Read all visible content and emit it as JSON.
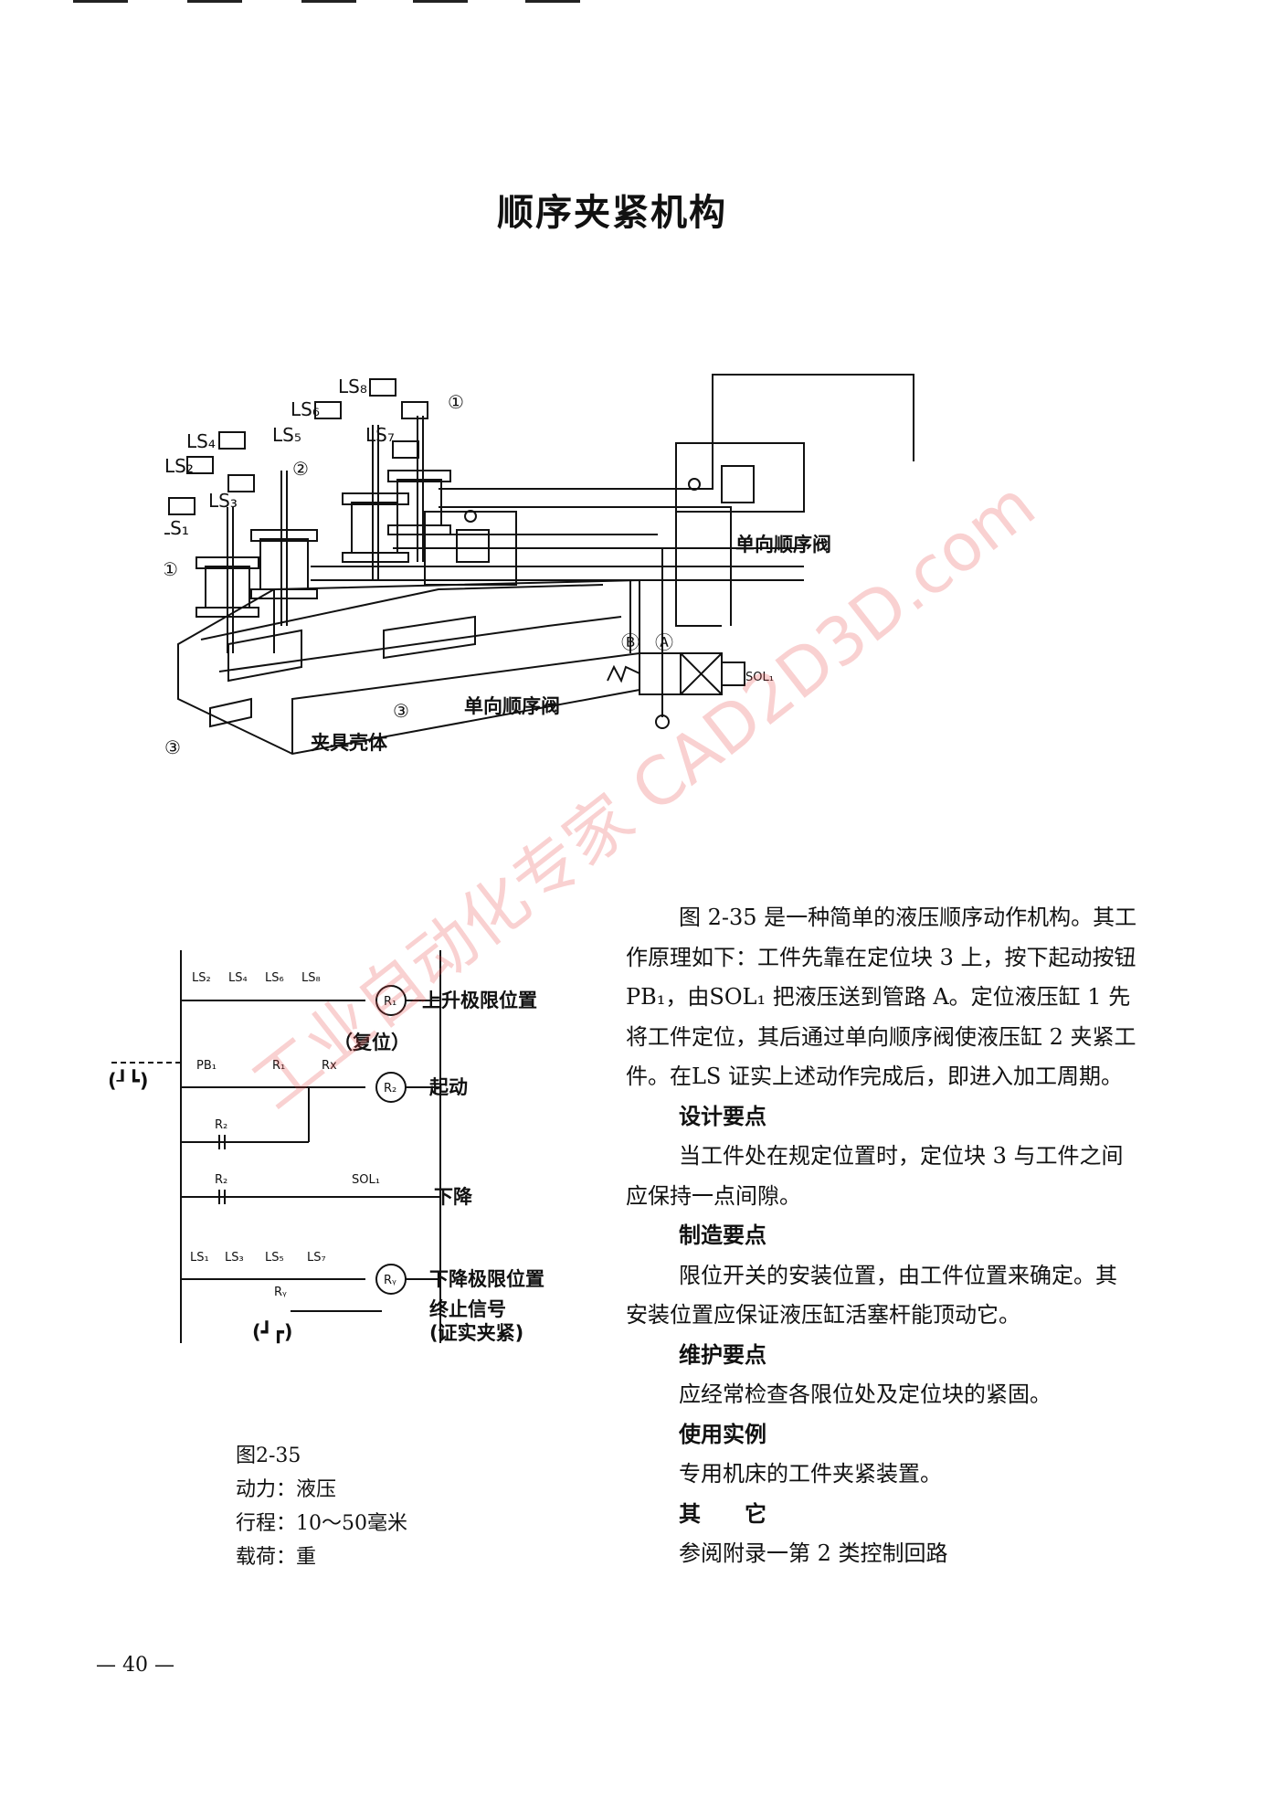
{
  "title": "顺序夹紧机构",
  "mechanism_labels": {
    "ls1": "LS₁",
    "ls2": "LS₂",
    "ls3": "LS₃",
    "ls4": "LS₄",
    "ls5": "LS₅",
    "ls6": "LS₆",
    "ls7": "LS₇",
    "ls8": "LS₈",
    "mark1": "①",
    "mark2": "②",
    "mark3": "③",
    "check_valve_right": "单向顺序阀",
    "check_valve_left": "单向顺序阀",
    "fixture_body": "夹具壳体",
    "port_a": "Ⓐ",
    "port_b": "Ⓑ",
    "sol1": "SOL₁"
  },
  "ladder": {
    "row1_contacts": [
      "LS₂",
      "LS₄",
      "LS₆",
      "LS₈"
    ],
    "row1_coil": "R₁",
    "row1_label": "上升极限位置",
    "reset_label": "（复位）",
    "pb1": "PB₁",
    "r1_contact": "R₁",
    "rx_contact": "Rx",
    "row2_coil": "R₂",
    "row2_label": "起动",
    "hold_contact": "R₂",
    "pulse_left": "(┚┗)",
    "row4_contact": "R₂",
    "sol1": "SOL₁",
    "row4_label": "下降",
    "row5_contacts": [
      "LS₁",
      "LS₃",
      "LS₅",
      "LS₇"
    ],
    "row5_coil": "Rᵧ",
    "row5_label": "下降极限位置",
    "ry_contact": "Rᵧ",
    "pulse_bottom": "(┛┏)",
    "end_signal_1": "终止信号",
    "end_signal_2": "(证实夹紧)"
  },
  "specs": {
    "figure": "图2-35",
    "power": "动力：液压",
    "stroke": "行程：10～50毫米",
    "load": "载荷：重"
  },
  "body": {
    "p1": "图 2-35 是一种简单的液压顺序动作机构。其工作原理如下：工件先靠在定位块 3 上，按下起动按钮 PB₁，由SOL₁ 把液压送到管路 A。定位液压缸 1 先将工件定位，其后通过单向顺序阀使液压缸 2 夹紧工件。在LS 证实上述动作完成后，即进入加工周期。",
    "h_design": "设计要点",
    "p_design": "当工件处在规定位置时，定位块 3 与工件之间应保持一点间隙。",
    "h_make": "制造要点",
    "p_make": "限位开关的安装位置，由工件位置来确定。其安装位置应保证液压缸活塞杆能顶动它。",
    "h_maint": "维护要点",
    "p_maint": "应经常检查各限位处及定位块的紧固。",
    "h_use": "使用实例",
    "p_use": "专用机床的工件夹紧装置。",
    "h_other": "其　　它",
    "p_other": "参阅附录一第 2 类控制回路"
  },
  "page_number": "— 40 —",
  "watermark": "工业自动化专家 CAD2D3D.com"
}
